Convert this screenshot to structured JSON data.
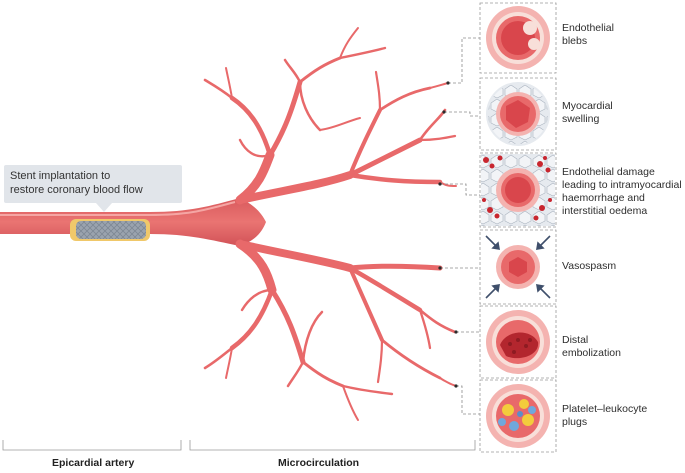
{
  "callout": {
    "lines": [
      "Stent implantation to",
      "restore coronary blood flow"
    ]
  },
  "panels": [
    {
      "id": "blebs",
      "lines": [
        "Endothelial",
        "blebs"
      ]
    },
    {
      "id": "swelling",
      "lines": [
        "Myocardial",
        "swelling"
      ]
    },
    {
      "id": "damage",
      "lines": [
        "Endothelial damage",
        "leading to intramyocardial",
        "haemorrhage and",
        "interstitial oedema"
      ]
    },
    {
      "id": "vasospasm",
      "lines": [
        "Vasospasm"
      ]
    },
    {
      "id": "embolization",
      "lines": [
        "Distal",
        "embolization"
      ]
    },
    {
      "id": "plugs",
      "lines": [
        "Platelet–leukocyte",
        "plugs"
      ]
    }
  ],
  "axis": {
    "left_label": "Epicardial artery",
    "right_label": "Microcirculation"
  },
  "colors": {
    "vessel": "#e8696a",
    "vessel_dark": "#c94c50",
    "vessel_light": "#f4b3b0",
    "lumen": "#d9464c",
    "callout_bg": "#e1e5ea",
    "frame": "#9a9a9a",
    "arrow": "#3f4f6b"
  }
}
